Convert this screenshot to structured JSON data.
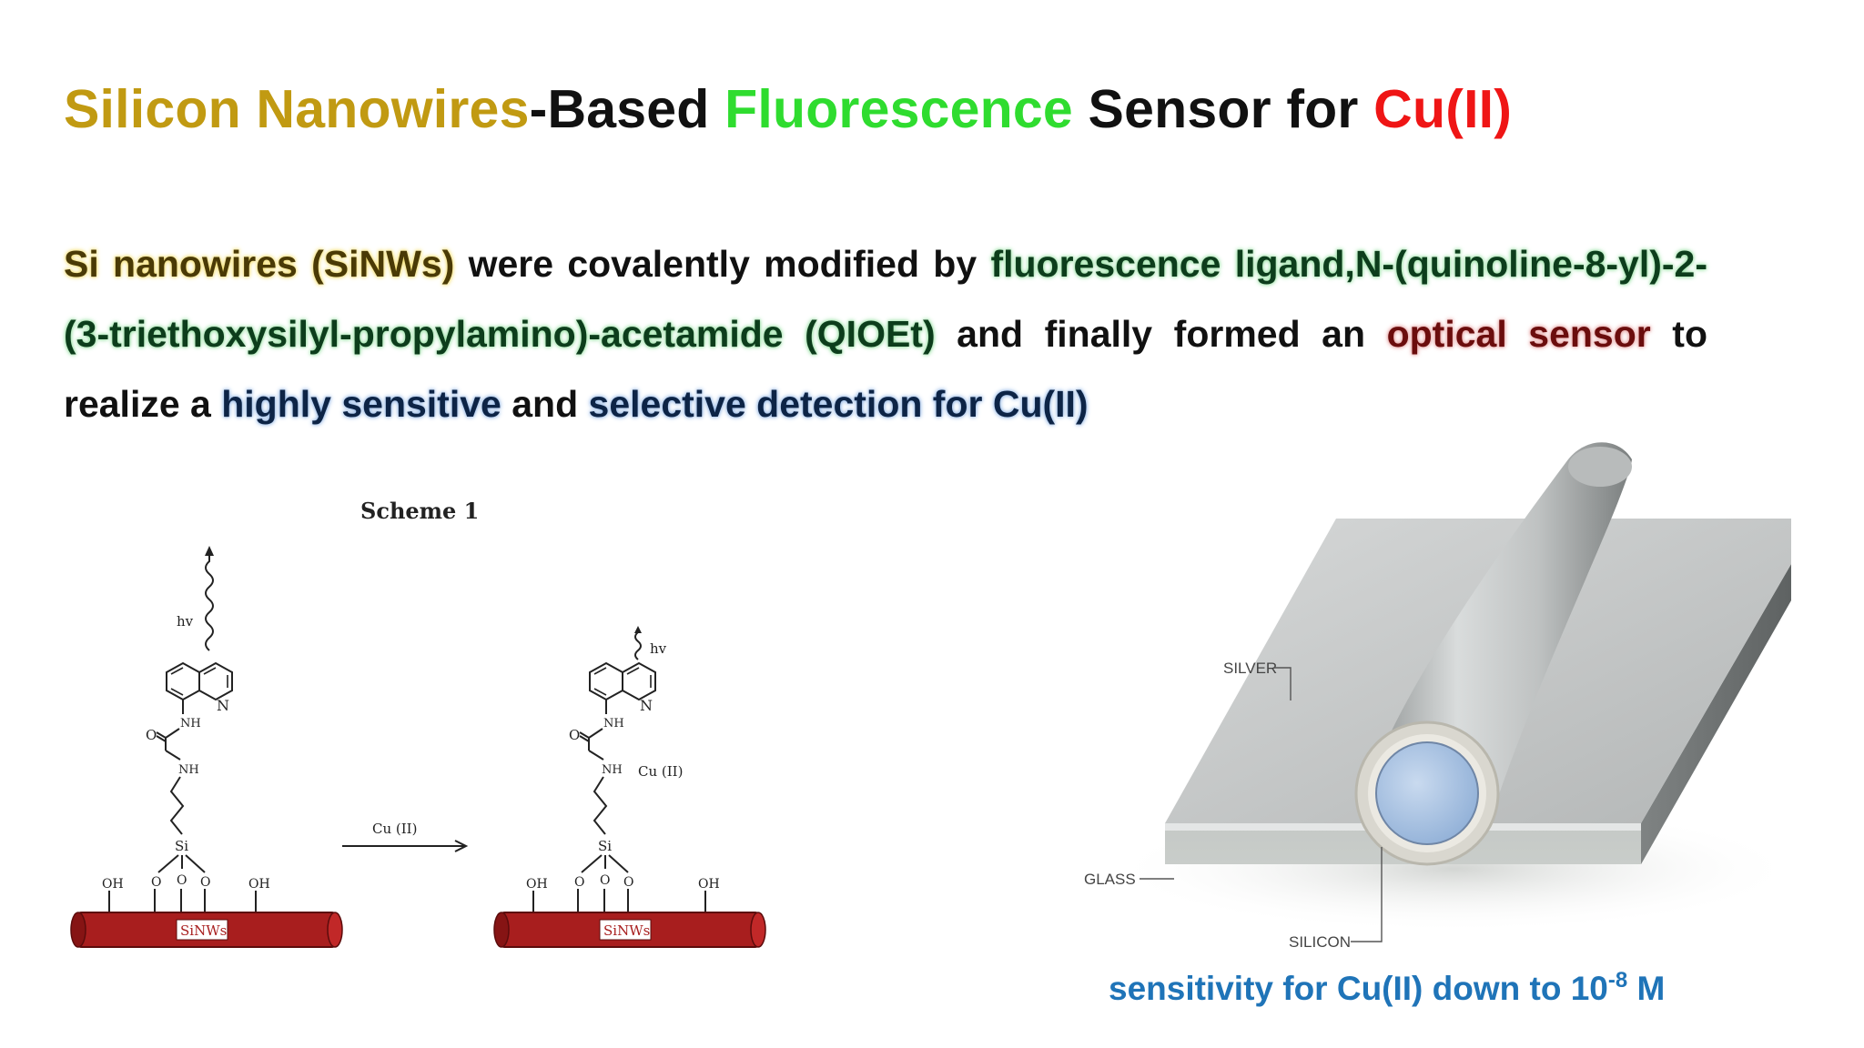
{
  "title": {
    "part1": "Silicon Nanowires",
    "part2": "-Based ",
    "part3": "Fluorescence",
    "part4": " Sensor for ",
    "part5": "Cu(II)"
  },
  "paragraph": {
    "seg1": "Si nanowires (SiNWs)",
    "seg2": " were covalently modified by ",
    "seg3": "fluorescence ligand,N-(quinoline-8-yl)-2-(3-triethoxysilyl-propylamino)-acetamide (QIOEt)",
    "seg4": " and finally formed an ",
    "seg5": "optical sensor",
    "seg6": " to realize a ",
    "seg7": "highly sensitive",
    "seg8": " and ",
    "seg9": "selective detection for Cu(II)"
  },
  "scheme": {
    "title": "Scheme 1",
    "hv": "hv",
    "n": "N",
    "nh": "NH",
    "o": "O",
    "si": "Si",
    "oh": "OH",
    "cu_arrow": "Cu (II)",
    "cu_complex": "Cu (II)",
    "sinws": "SiNWs"
  },
  "device": {
    "silver": "SILVER",
    "glass": "GLASS",
    "silicon": "SILICON"
  },
  "caption": {
    "text": "sensitivity for Cu(II) down to 10",
    "exponent": "-8",
    "unit": " M"
  },
  "colors": {
    "title_gold": "#c19a12",
    "title_green": "#2fdc2f",
    "title_red": "#ef1515",
    "caption_blue": "#1f74b8",
    "nanowire_red": "#a81e1e"
  }
}
